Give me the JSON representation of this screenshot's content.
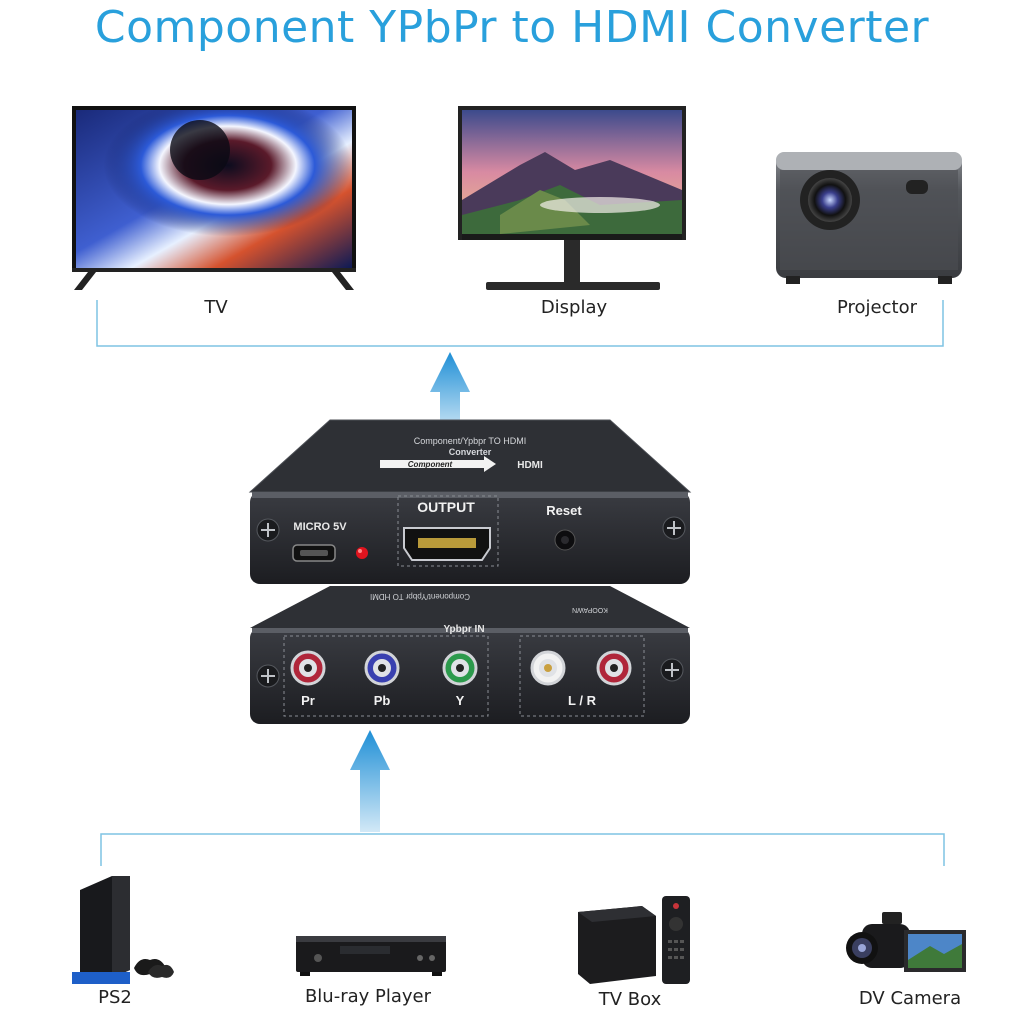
{
  "title": "Component YPbPr to HDMI Converter",
  "outputs": {
    "tv": "TV",
    "display": "Display",
    "projector": "Projector"
  },
  "device": {
    "top_text": "Component/Ypbpr TO HDMI",
    "top_text2": "Converter",
    "component_arrow": "Component",
    "hdmi_text": "HDMI",
    "micro": "MICRO 5V",
    "output": "OUTPUT",
    "reset": "Reset",
    "bottom_text": "Component/Ypbpr TO HDMI",
    "brand": "KOOPAWN",
    "ypbpr_in": "Ypbpr IN",
    "pr": "Pr",
    "pb": "Pb",
    "y": "Y",
    "lr": "L / R"
  },
  "inputs": {
    "ps2": "PS2",
    "bluray": "Blu-ray Player",
    "tvbox": "TV Box",
    "dvcam": "DV Camera"
  },
  "colors": {
    "accent": "#29a0dc",
    "line": "#7fc3e3",
    "device": "#2a2c30",
    "led": "#e0141e",
    "pr": "#b0263a",
    "pb": "#3940b0",
    "y": "#2c9a4c"
  }
}
